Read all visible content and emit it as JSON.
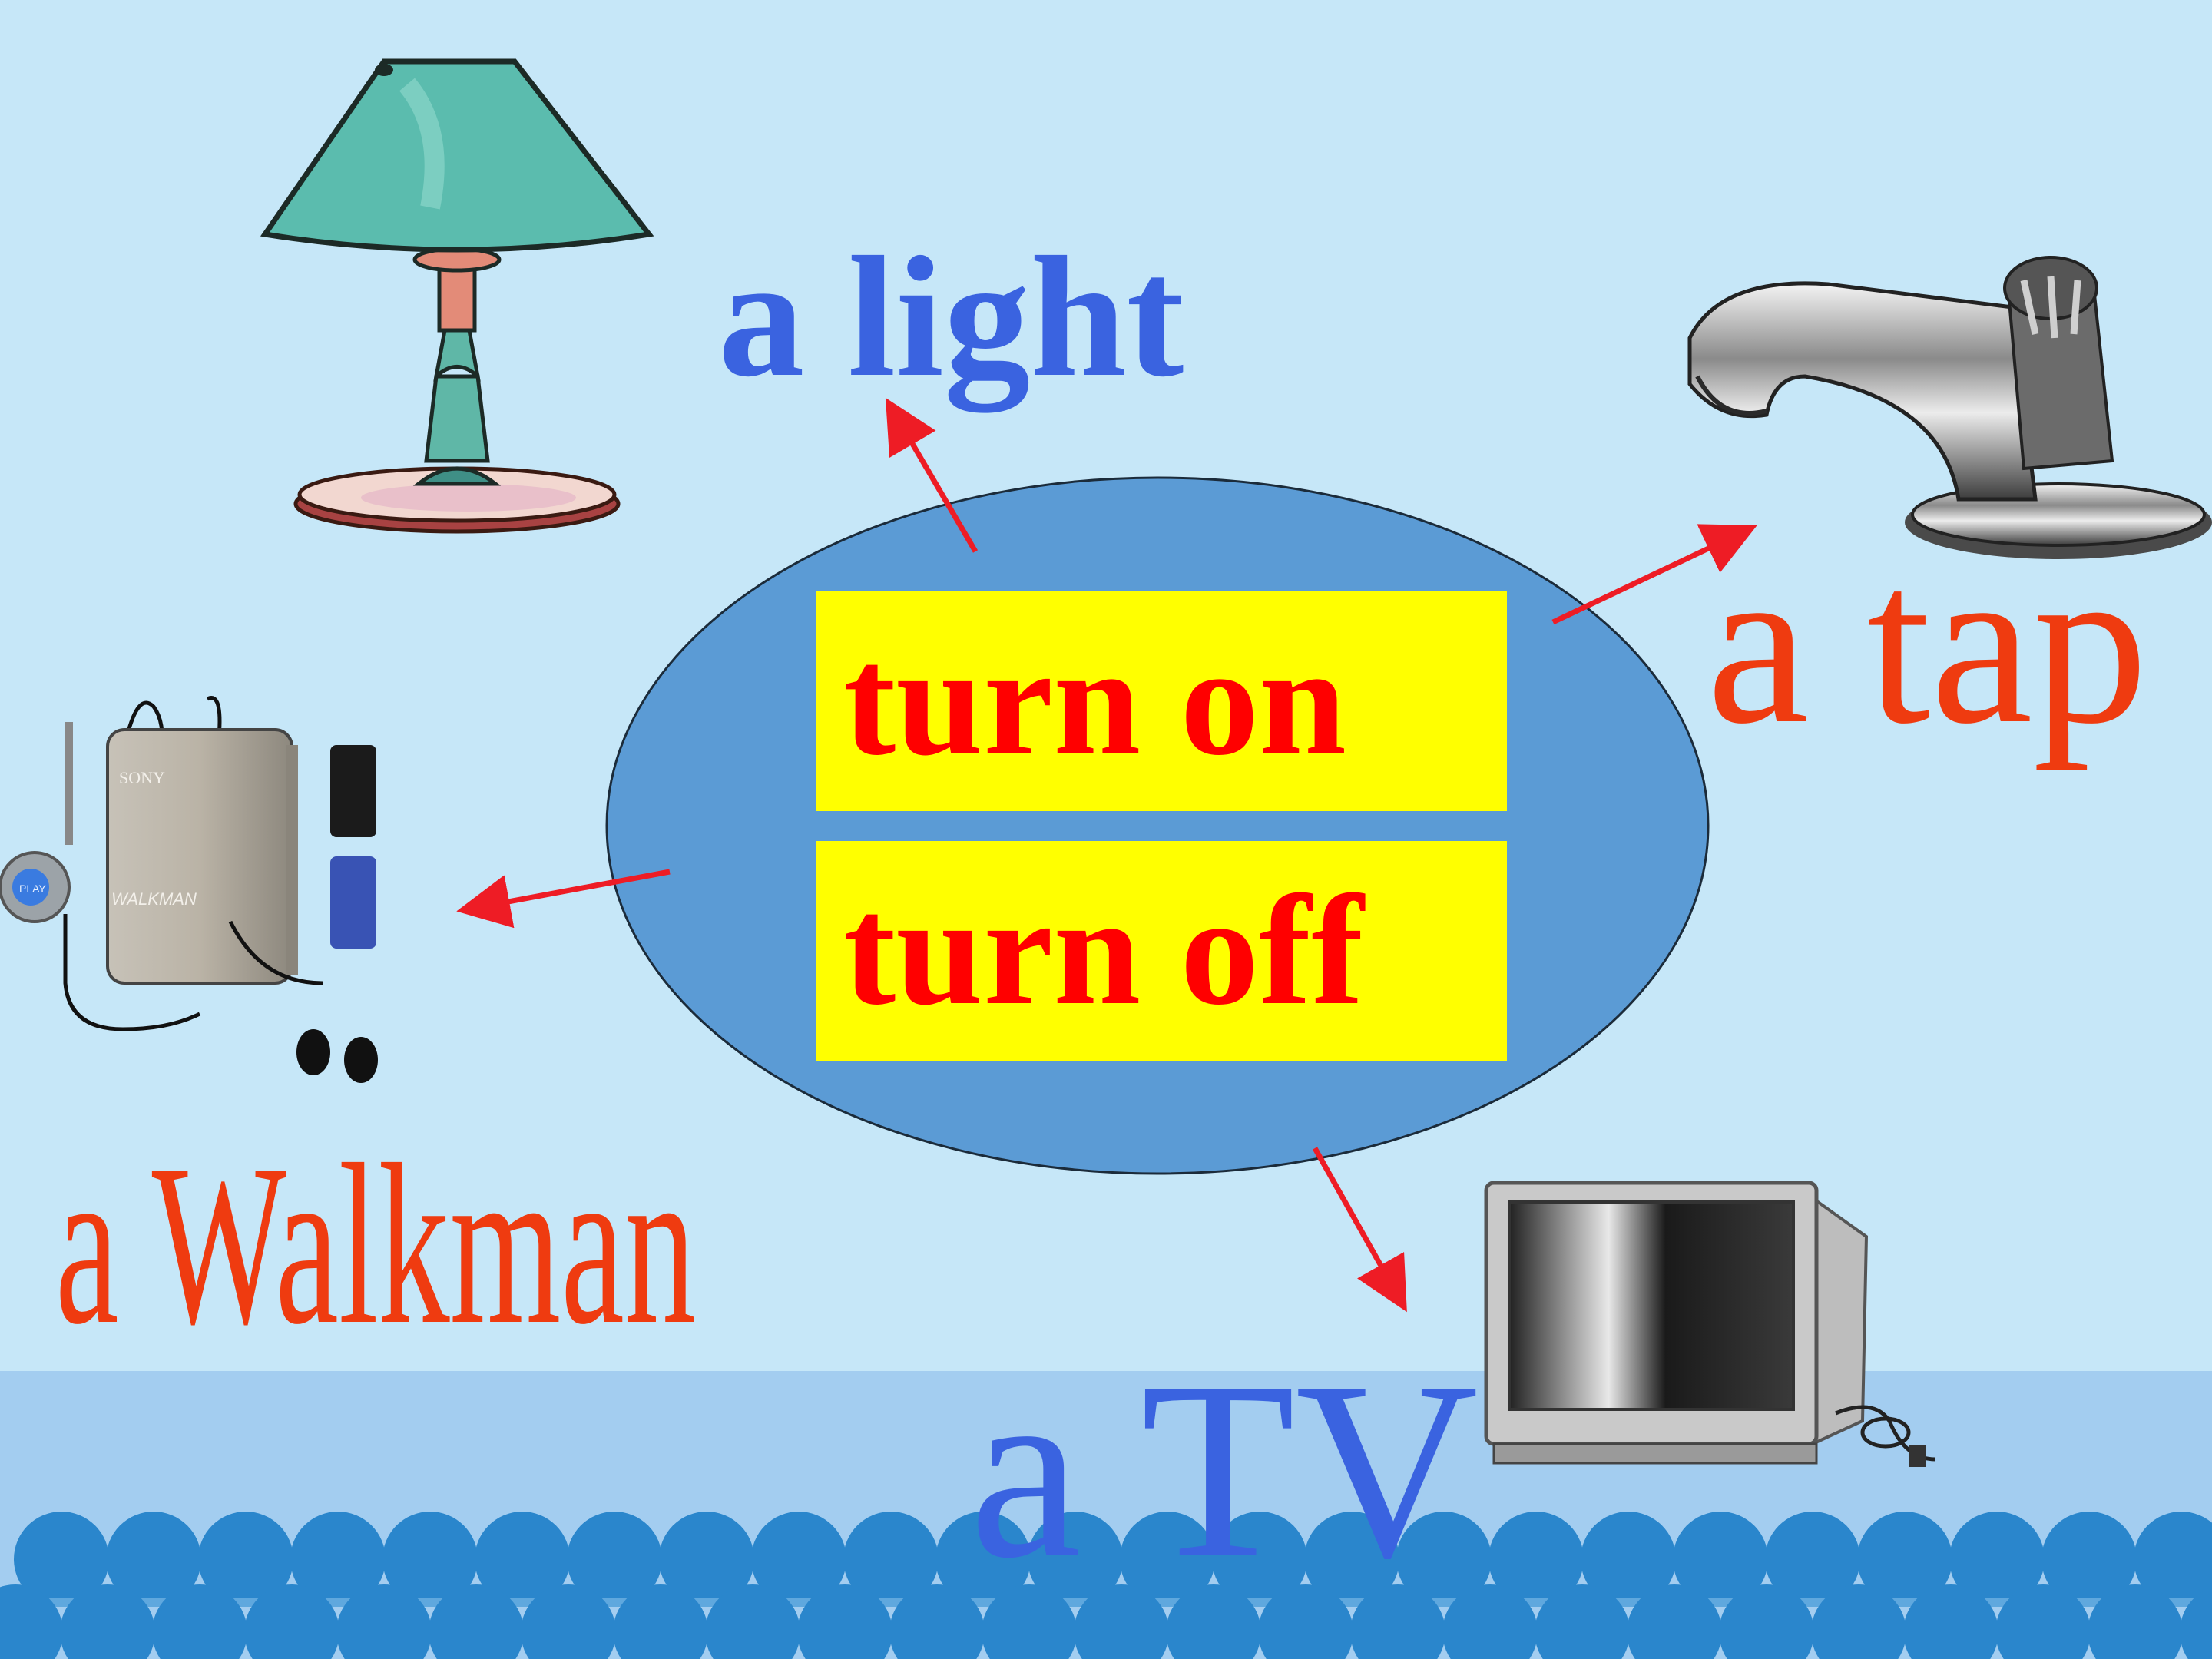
{
  "phrases": {
    "on": "turn on",
    "off": "turn off"
  },
  "labels": {
    "light": "a light",
    "tap": "a tap",
    "walkman": "a Walkman",
    "tv": "a TV"
  },
  "walkman_device": {
    "brand": "SONY",
    "model": "WALKMAN",
    "remote_text": "PLAY"
  },
  "colors": {
    "background": "#c6e7f8",
    "oval": "#5b9bd5",
    "phrase_box": "#ffff00",
    "phrase_text": "#ff0000",
    "arrow": "#ee1c25",
    "label_blue": "#3a63e0",
    "label_red": "#ef3b10",
    "wave": "#2a86cc"
  },
  "icons": [
    "lamp-illustration",
    "tap-illustration",
    "walkman-illustration",
    "tv-illustration"
  ]
}
